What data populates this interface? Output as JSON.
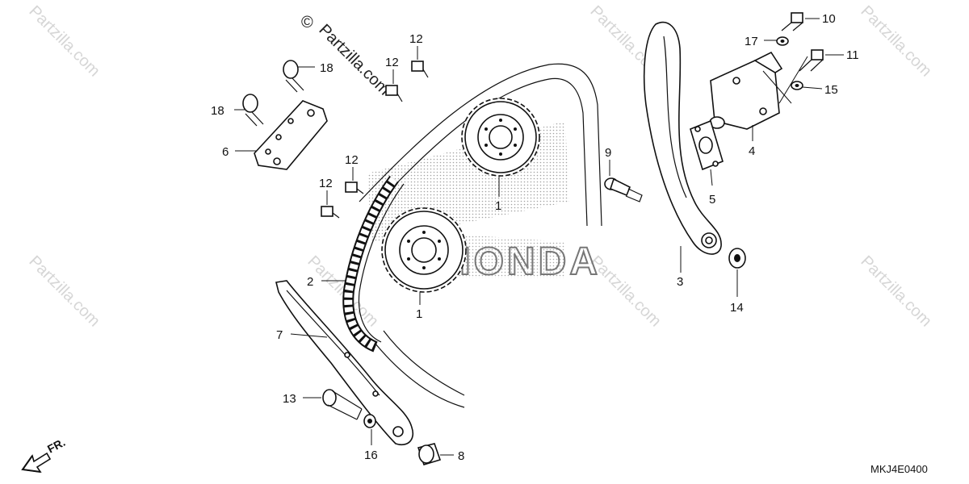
{
  "callouts": [
    {
      "id": "10",
      "label": "10"
    },
    {
      "id": "11",
      "label": "11"
    },
    {
      "id": "15",
      "label": "15"
    },
    {
      "id": "17",
      "label": "17"
    },
    {
      "id": "4",
      "label": "4"
    },
    {
      "id": "5",
      "label": "5"
    },
    {
      "id": "9",
      "label": "9"
    },
    {
      "id": "3",
      "label": "3"
    },
    {
      "id": "14",
      "label": "14"
    },
    {
      "id": "12a",
      "label": "12"
    },
    {
      "id": "12b",
      "label": "12"
    },
    {
      "id": "12c",
      "label": "12"
    },
    {
      "id": "12d",
      "label": "12"
    },
    {
      "id": "18a",
      "label": "18"
    },
    {
      "id": "18b",
      "label": "18"
    },
    {
      "id": "6",
      "label": "6"
    },
    {
      "id": "1a",
      "label": "1"
    },
    {
      "id": "1b",
      "label": "1"
    },
    {
      "id": "2",
      "label": "2"
    },
    {
      "id": "7",
      "label": "7"
    },
    {
      "id": "13",
      "label": "13"
    },
    {
      "id": "16",
      "label": "16"
    },
    {
      "id": "8",
      "label": "8"
    }
  ],
  "watermark": {
    "copyright_symbol": "©",
    "brand_text": "Partzilla.com",
    "honda_text": "HONDA"
  },
  "diagram_code": "MKJ4E0400",
  "direction_label": "FR.",
  "icons": {
    "front_arrow": "front-direction-arrow-icon"
  }
}
